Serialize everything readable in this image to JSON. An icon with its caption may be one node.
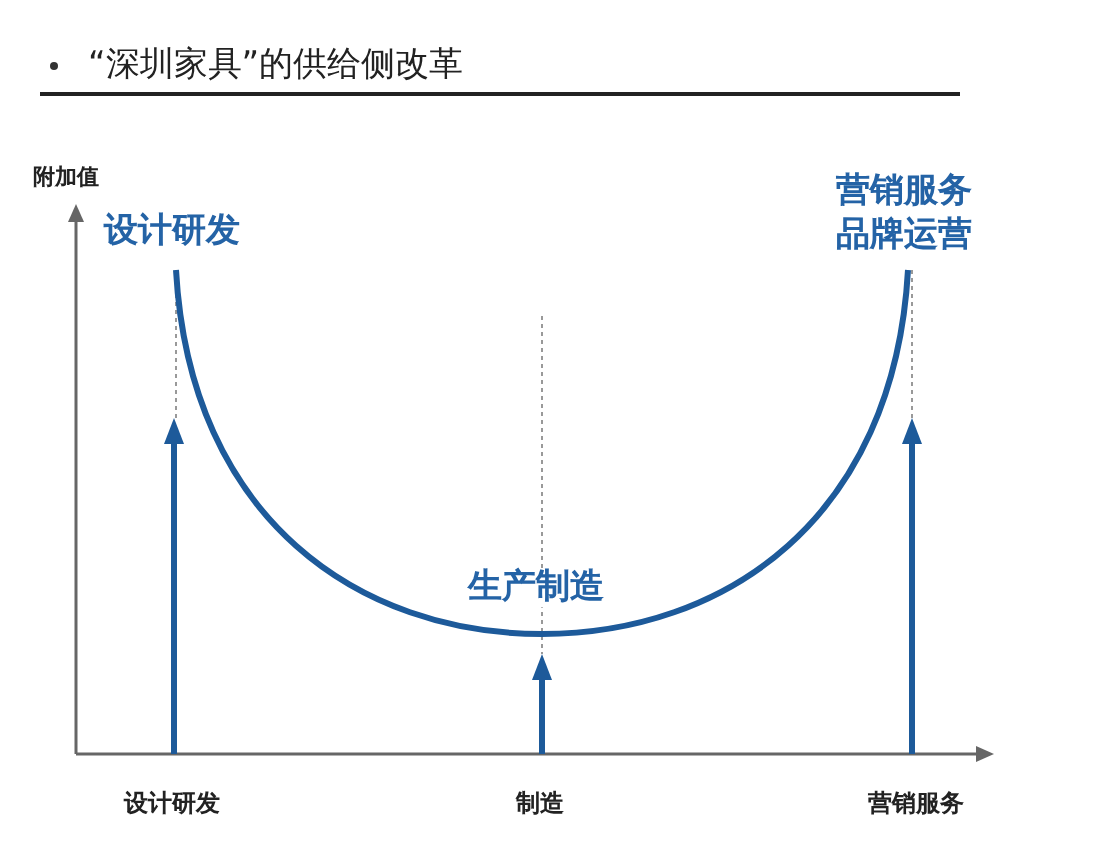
{
  "diagram": {
    "title": "“深圳家具”的供给侧改革",
    "labels": [
      "附加值",
      "设计研发",
      "营销服务",
      "品牌运营",
      "生产制造",
      "设计研发",
      "制造",
      "营销服务"
    ]
  }
}
